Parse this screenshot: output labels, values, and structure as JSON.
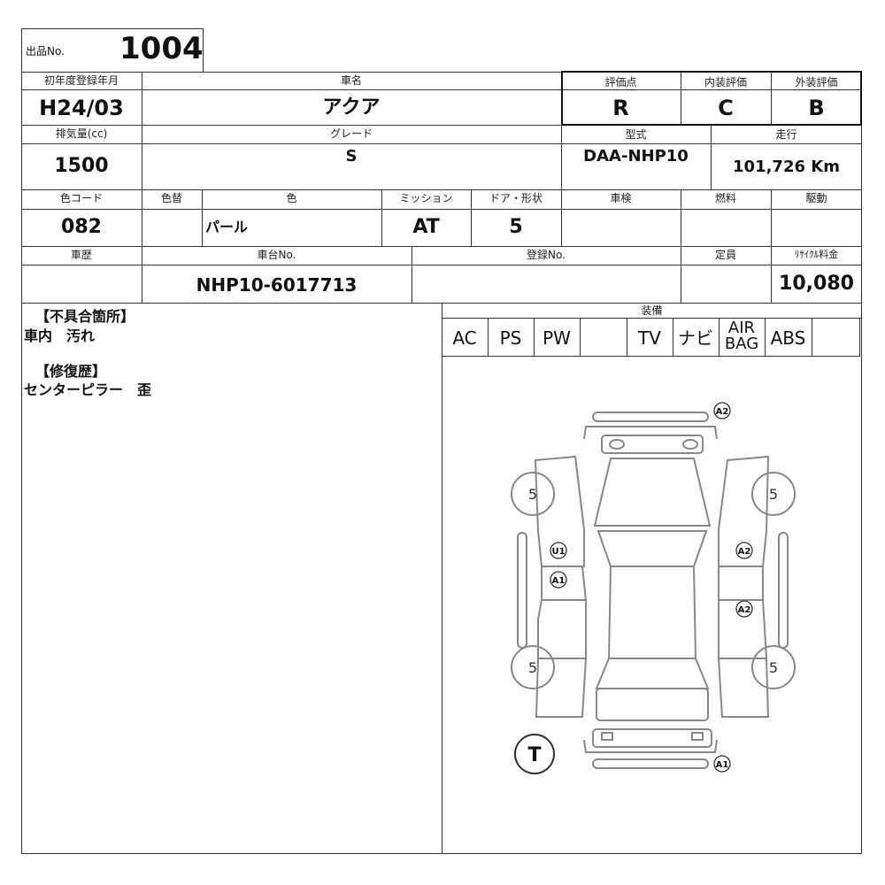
{
  "listing": {
    "no_label": "出品No.",
    "no_value": "1004"
  },
  "row1": {
    "reg_label": "初年度登録年月",
    "reg_value": "H24/03",
    "name_label": "車名",
    "name_value": "アクア",
    "score_label": "評価点",
    "score_value": "R",
    "interior_label": "内装評価",
    "interior_value": "C",
    "exterior_label": "外装評価",
    "exterior_value": "B"
  },
  "row2": {
    "cc_label": "排気量(cc)",
    "cc_value": "1500",
    "grade_label": "グレード",
    "grade_value": "S",
    "model_label": "型式",
    "model_value": "DAA-NHP10",
    "mileage_label": "走行",
    "mileage_value": "101,726 Km"
  },
  "row3": {
    "color_code_label": "色コード",
    "color_code_value": "082",
    "repaint_label": "色替",
    "color_label": "色",
    "color_value": "パール",
    "mission_label": "ミッション",
    "mission_value": "AT",
    "door_label": "ドア・形状",
    "door_value": "5",
    "inspection_label": "車検",
    "fuel_label": "燃料",
    "drive_label": "駆動"
  },
  "row4": {
    "history_label": "車歴",
    "chassis_label": "車台No.",
    "chassis_value": "NHP10-6017713",
    "reg_no_label": "登録No.",
    "capacity_label": "定員",
    "recycle_label": "ﾘｻｲｸﾙ料金",
    "recycle_value": "10,080"
  },
  "notes": {
    "defects_heading": "【不具合箇所】",
    "defects_text": "車内　汚れ",
    "repair_heading": "【修復歴】",
    "repair_text": "センターピラー　歪"
  },
  "equipment": {
    "label": "装備",
    "items": [
      "AC",
      "PS",
      "PW",
      "",
      "TV",
      "ナビ",
      "AIR BAG",
      "ABS",
      ""
    ]
  },
  "diagram": {
    "tire_fl": "5",
    "tire_fr": "5",
    "tire_rl": "5",
    "tire_rr": "5",
    "spare": "T",
    "mark_front_bumper": "A2",
    "mark_left_front_door": "U1",
    "mark_left_rear_door": "A1",
    "mark_right_front_door": "A2",
    "mark_right_rear_door": "A2",
    "mark_rear_bumper": "A1"
  }
}
